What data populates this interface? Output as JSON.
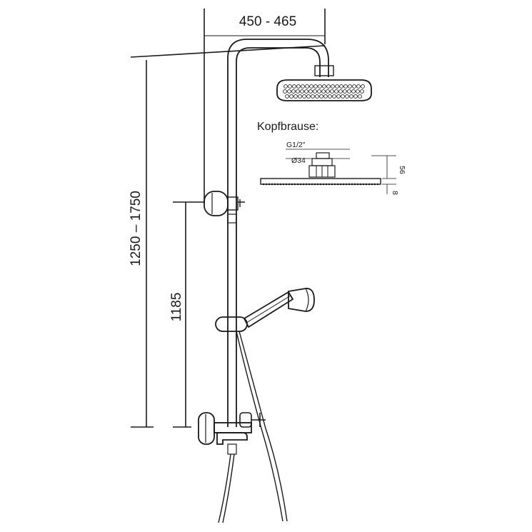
{
  "dimensions": {
    "width_range": "450 - 465",
    "total_height": "1250 – 1750",
    "mixer_height": "1185"
  },
  "head_detail": {
    "title": "Kopfbrause:",
    "thread": "G1/2\"",
    "diameter": "Ø34",
    "height": "56",
    "thickness": "8"
  }
}
